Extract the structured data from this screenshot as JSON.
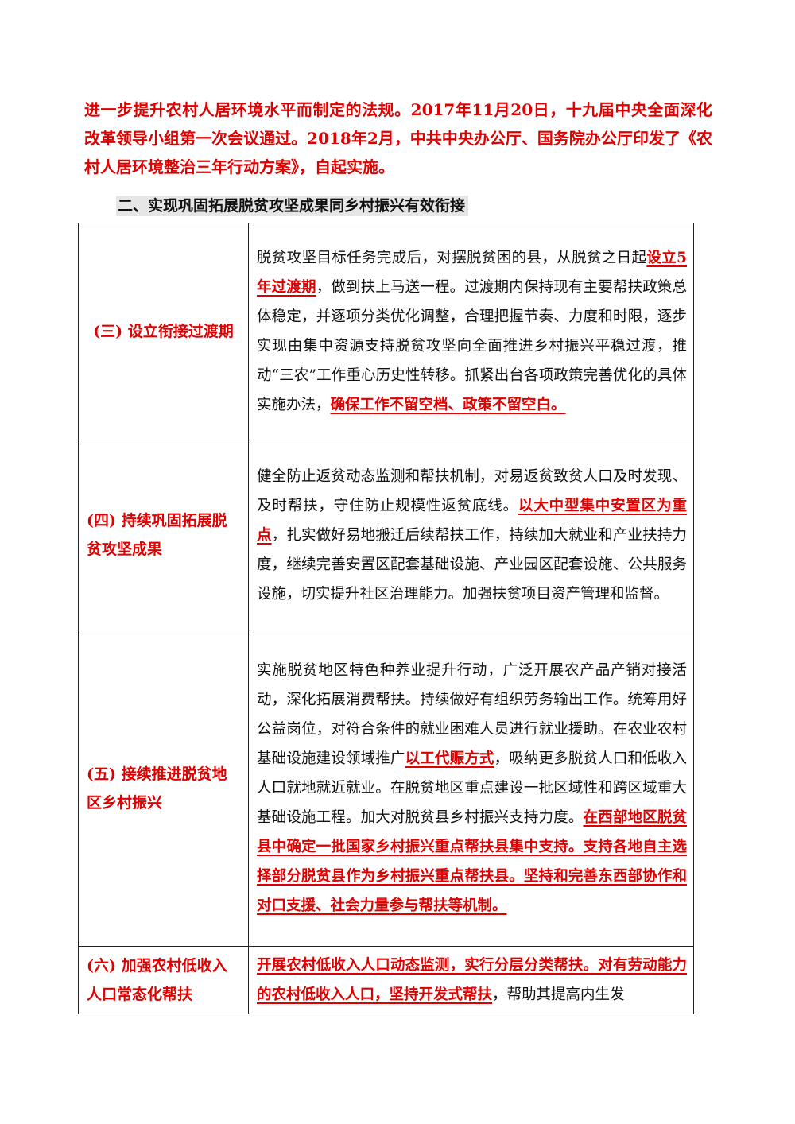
{
  "intro": {
    "text": "进一步提升农村人居环境水平而制定的法规。2017年11月20日，十九届中央全面深化改革领导小组第一次会议通过。2018年2月，中共中央办公厅、国务院办公厅印发了《农村人居环境整治三年行动方案》，自起实施。"
  },
  "section": {
    "title": "二、实现巩固拓展脱贫攻坚成果同乡村振兴有效衔接"
  },
  "rows": [
    {
      "label": "(三) 设立衔接过渡期",
      "parts": [
        {
          "text": "脱贫攻坚目标任务完成后，对摆脱贫困的县，从脱贫之日起"
        },
        {
          "text": "设立5年过渡期",
          "hl": true
        },
        {
          "text": "，做到扶上马送一程。过渡期内保持现有主要帮扶政策总体稳定，并逐项分类优化调整，合理把握节奏、力度和时限，逐步实现由集中资源支持脱贫攻坚向全面推进乡村振兴平稳过渡，推动“三农”工作重心历史性转移。抓紧出台各项政策完善优化的具体实施办法，"
        },
        {
          "text": "确保工作不留空档、政策不留空白。",
          "hl": true
        }
      ]
    },
    {
      "label": "(四) 持续巩固拓展脱贫攻坚成果",
      "parts": [
        {
          "text": "健全防止返贫动态监测和帮扶机制，对易返贫致贫人口及时发现、及时帮扶，守住防止规模性返贫底线。"
        },
        {
          "text": "以大中型集中安置区为重点",
          "hl": true
        },
        {
          "text": "，扎实做好易地搬迁后续帮扶工作，持续加大就业和产业扶持力度，继续完善安置区配套基础设施、产业园区配套设施、公共服务设施，切实提升社区治理能力。加强扶贫项目资产管理和监督。"
        }
      ]
    },
    {
      "label": "(五) 接续推进脱贫地区乡村振兴",
      "parts": [
        {
          "text": "实施脱贫地区特色种养业提升行动，广泛开展农产品产销对接活动，深化拓展消费帮扶。持续做好有组织劳务输出工作。统筹用好公益岗位，对符合条件的就业困难人员进行就业援助。在农业农村基础设施建设领域推广"
        },
        {
          "text": "以工代赈方式",
          "hl": true
        },
        {
          "text": "，吸纳更多脱贫人口和低收入人口就地就近就业。在脱贫地区重点建设一批区域性和跨区域重大基础设施工程。加大对脱贫县乡村振兴支持力度。"
        },
        {
          "text": "在西部地区脱贫县中确定一批国家乡村振兴重点帮扶县集中支持。支持各地自主选择部分脱贫县作为乡村振兴重点帮扶县。坚持和完善东西部协作和对口支援、社会力量参与帮扶等机制。",
          "hl": true
        }
      ]
    },
    {
      "label": "(六) 加强农村低收入人口常态化帮扶",
      "parts": [
        {
          "text": "开展农村低收入人口动态监测，实行分层分类帮扶。对有劳动能力的农村低收入人口，坚持开发式帮扶",
          "hl": true
        },
        {
          "text": "，帮助其提高内生发"
        }
      ]
    }
  ],
  "colors": {
    "red": "#e00000",
    "text": "#111111",
    "title_bg": "#e6e6e6"
  }
}
